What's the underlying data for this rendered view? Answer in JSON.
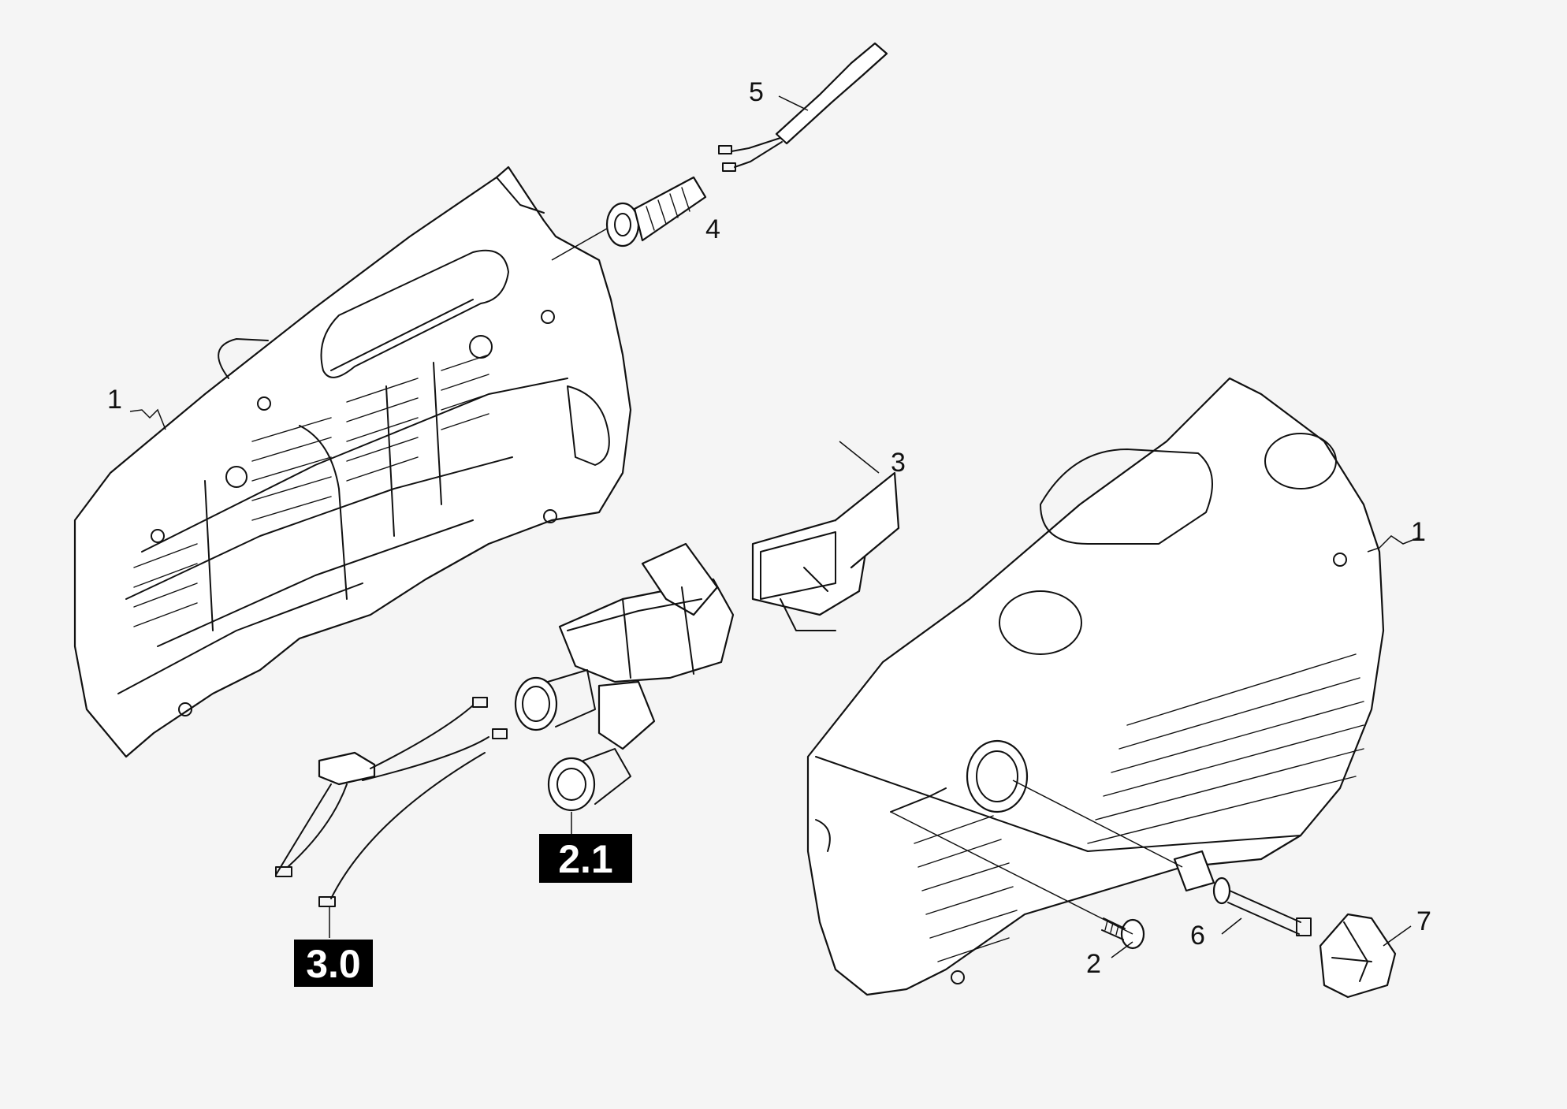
{
  "callouts": {
    "housing_left": "1",
    "housing_right": "1",
    "screw": "2",
    "switch": "3",
    "cable_gland": "4",
    "power_cable": "5",
    "rod": "6",
    "knob": "7"
  },
  "references": {
    "pump_assembly": "2.1",
    "wiring": "3.0"
  },
  "colors": {
    "background": "#f5f5f5",
    "line": "#111111",
    "reference_box": "#000000",
    "reference_text": "#ffffff"
  }
}
